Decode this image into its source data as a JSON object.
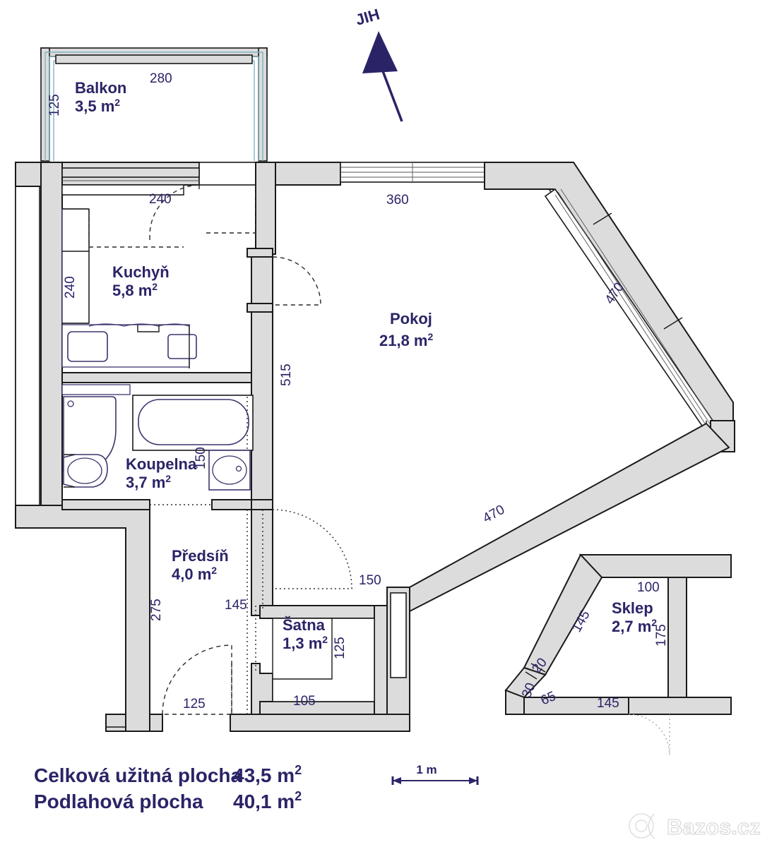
{
  "plan": {
    "title_orientation": "JIH",
    "rooms": [
      {
        "id": "balkon",
        "name": "Balkon",
        "area": "3,5 m"
      },
      {
        "id": "kuchyn",
        "name": "Kuchyň",
        "area": "5,8 m"
      },
      {
        "id": "koupelna",
        "name": "Koupelna",
        "area": "3,7 m"
      },
      {
        "id": "predsin",
        "name": "Předsíň",
        "area": "4,0 m"
      },
      {
        "id": "satna",
        "name": "Šatna",
        "area": "1,3 m"
      },
      {
        "id": "pokoj",
        "name": "Pokoj",
        "area": "21,8 m"
      },
      {
        "id": "sklep",
        "name": "Sklep",
        "area": "2,7 m"
      }
    ],
    "dimensions": {
      "balkon_width": "280",
      "balkon_depth": "125",
      "kuchyn_top": "240",
      "kuchyn_left": "240",
      "pokoj_top": "360",
      "pokoj_left": "515",
      "pokoj_angled_upper": "470",
      "pokoj_angled_lower": "470",
      "koupelna_right": "150",
      "predsin_left": "275",
      "predsin_mid": "145",
      "predsin_door": "125",
      "predsin_right_door": "150",
      "satna_width": "105",
      "satna_depth": "125",
      "sklep_top": "100",
      "sklep_angled": "145",
      "sklep_right": "175",
      "sklep_bottom": "145",
      "sklep_small_20": "20",
      "sklep_small_30": "30",
      "sklep_small_65": "65"
    },
    "summary": [
      {
        "label": "Celková užitná plocha",
        "value": "43,5 m"
      },
      {
        "label": "Podlahová plocha",
        "value": "40,1 m"
      }
    ],
    "scale": {
      "label": "1 m"
    },
    "watermark": {
      "text": "Bazos.cz"
    },
    "colors": {
      "wall_fill": "#dcdcdc",
      "wall_stroke": "#1a1a1a",
      "text": "#2a2467",
      "fixture": "#3b356e",
      "railing": "#7fb4c4",
      "watermark": "#dadada"
    }
  }
}
